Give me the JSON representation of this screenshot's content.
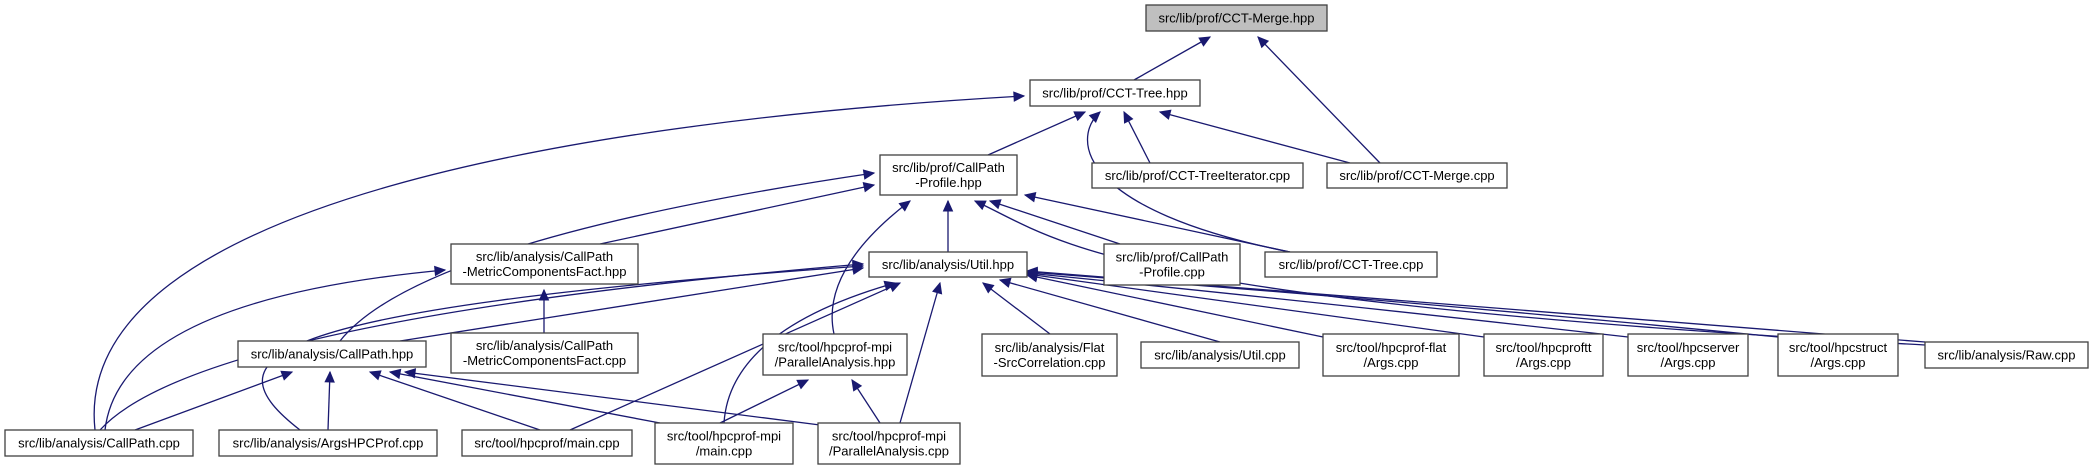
{
  "diagram": {
    "type": "include-dependency-graph",
    "root": "src/lib/prof/CCT-Merge.hpp",
    "colors": {
      "edge": "#191970",
      "root_fill": "#bfbfbf",
      "node_fill": "#ffffff",
      "border": "#404040"
    },
    "nodes": [
      {
        "id": "cct_merge_hpp",
        "lines": [
          "src/lib/prof/CCT-Merge.hpp"
        ],
        "root": true
      },
      {
        "id": "cct_tree_hpp",
        "lines": [
          "src/lib/prof/CCT-Tree.hpp"
        ]
      },
      {
        "id": "callpath_profile_hpp",
        "lines": [
          "src/lib/prof/CallPath",
          "-Profile.hpp"
        ]
      },
      {
        "id": "cct_treeiterator_cpp",
        "lines": [
          "src/lib/prof/CCT-TreeIterator.cpp"
        ]
      },
      {
        "id": "cct_merge_cpp",
        "lines": [
          "src/lib/prof/CCT-Merge.cpp"
        ]
      },
      {
        "id": "mcf_hpp",
        "lines": [
          "src/lib/analysis/CallPath",
          "-MetricComponentsFact.hpp"
        ]
      },
      {
        "id": "util_hpp",
        "lines": [
          "src/lib/analysis/Util.hpp"
        ]
      },
      {
        "id": "callpath_profile_cpp",
        "lines": [
          "src/lib/prof/CallPath",
          "-Profile.cpp"
        ]
      },
      {
        "id": "cct_tree_cpp",
        "lines": [
          "src/lib/prof/CCT-Tree.cpp"
        ]
      },
      {
        "id": "callpath_hpp",
        "lines": [
          "src/lib/analysis/CallPath.hpp"
        ]
      },
      {
        "id": "mcf_cpp",
        "lines": [
          "src/lib/analysis/CallPath",
          "-MetricComponentsFact.cpp"
        ]
      },
      {
        "id": "pa_hpp",
        "lines": [
          "src/tool/hpcprof-mpi",
          "/ParallelAnalysis.hpp"
        ]
      },
      {
        "id": "flat_src_cpp",
        "lines": [
          "src/lib/analysis/Flat",
          "-SrcCorrelation.cpp"
        ]
      },
      {
        "id": "util_cpp",
        "lines": [
          "src/lib/analysis/Util.cpp"
        ]
      },
      {
        "id": "hpcprof_flat_args",
        "lines": [
          "src/tool/hpcprof-flat",
          "/Args.cpp"
        ]
      },
      {
        "id": "hpcproftt_args",
        "lines": [
          "src/tool/hpcproftt",
          "/Args.cpp"
        ]
      },
      {
        "id": "hpcserver_args",
        "lines": [
          "src/tool/hpcserver",
          "/Args.cpp"
        ]
      },
      {
        "id": "hpcstruct_args",
        "lines": [
          "src/tool/hpcstruct",
          "/Args.cpp"
        ]
      },
      {
        "id": "raw_cpp",
        "lines": [
          "src/lib/analysis/Raw.cpp"
        ]
      },
      {
        "id": "callpath_cpp",
        "lines": [
          "src/lib/analysis/CallPath.cpp"
        ]
      },
      {
        "id": "argshpcprof_cpp",
        "lines": [
          "src/lib/analysis/ArgsHPCProf.cpp"
        ]
      },
      {
        "id": "hpcprof_main_cpp",
        "lines": [
          "src/tool/hpcprof/main.cpp"
        ]
      },
      {
        "id": "mpi_main_cpp",
        "lines": [
          "src/tool/hpcprof-mpi",
          "/main.cpp"
        ]
      },
      {
        "id": "pa_cpp",
        "lines": [
          "src/tool/hpcprof-mpi",
          "/ParallelAnalysis.cpp"
        ]
      }
    ],
    "edges": [
      {
        "from": "cct_tree_hpp",
        "to": "cct_merge_hpp"
      },
      {
        "from": "cct_merge_cpp",
        "to": "cct_merge_hpp"
      },
      {
        "from": "callpath_profile_hpp",
        "to": "cct_tree_hpp"
      },
      {
        "from": "cct_treeiterator_cpp",
        "to": "cct_tree_hpp"
      },
      {
        "from": "cct_merge_cpp",
        "to": "cct_tree_hpp"
      },
      {
        "from": "cct_tree_cpp",
        "to": "cct_tree_hpp"
      },
      {
        "from": "callpath_cpp",
        "to": "cct_tree_hpp"
      },
      {
        "from": "mcf_hpp",
        "to": "callpath_profile_hpp"
      },
      {
        "from": "util_hpp",
        "to": "callpath_profile_hpp"
      },
      {
        "from": "callpath_profile_cpp",
        "to": "callpath_profile_hpp"
      },
      {
        "from": "cct_tree_cpp",
        "to": "callpath_profile_hpp"
      },
      {
        "from": "callpath_hpp",
        "to": "callpath_profile_hpp"
      },
      {
        "from": "pa_hpp",
        "to": "callpath_profile_hpp"
      },
      {
        "from": "raw_cpp",
        "to": "callpath_profile_hpp"
      },
      {
        "from": "mcf_cpp",
        "to": "mcf_hpp"
      },
      {
        "from": "callpath_cpp",
        "to": "mcf_hpp"
      },
      {
        "from": "callpath_hpp",
        "to": "util_hpp"
      },
      {
        "from": "callpath_cpp",
        "to": "util_hpp"
      },
      {
        "from": "argshpcprof_cpp",
        "to": "util_hpp"
      },
      {
        "from": "hpcprof_main_cpp",
        "to": "util_hpp"
      },
      {
        "from": "mpi_main_cpp",
        "to": "util_hpp"
      },
      {
        "from": "pa_cpp",
        "to": "util_hpp"
      },
      {
        "from": "flat_src_cpp",
        "to": "util_hpp"
      },
      {
        "from": "util_cpp",
        "to": "util_hpp"
      },
      {
        "from": "hpcprof_flat_args",
        "to": "util_hpp"
      },
      {
        "from": "hpcproftt_args",
        "to": "util_hpp"
      },
      {
        "from": "hpcserver_args",
        "to": "util_hpp"
      },
      {
        "from": "hpcstruct_args",
        "to": "util_hpp"
      },
      {
        "from": "raw_cpp",
        "to": "util_hpp"
      },
      {
        "from": "callpath_cpp",
        "to": "callpath_hpp"
      },
      {
        "from": "argshpcprof_cpp",
        "to": "callpath_hpp"
      },
      {
        "from": "hpcprof_main_cpp",
        "to": "callpath_hpp"
      },
      {
        "from": "mpi_main_cpp",
        "to": "callpath_hpp"
      },
      {
        "from": "pa_cpp",
        "to": "callpath_hpp"
      },
      {
        "from": "mpi_main_cpp",
        "to": "pa_hpp"
      },
      {
        "from": "pa_cpp",
        "to": "pa_hpp"
      }
    ]
  }
}
